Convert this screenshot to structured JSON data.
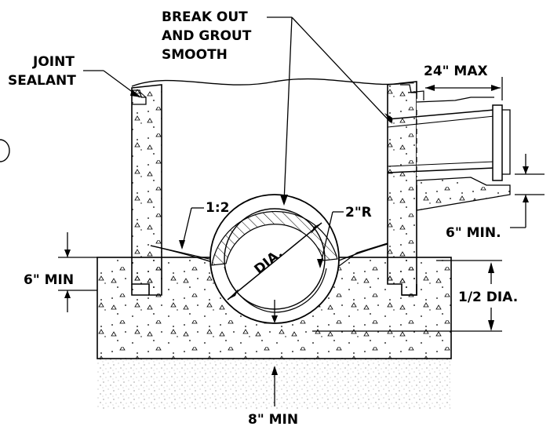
{
  "labels": {
    "break_out_1": "BREAK OUT",
    "break_out_2": "AND GROUT",
    "break_out_3": "SMOOTH",
    "joint_1": "JOINT",
    "joint_2": "SEALANT",
    "max_24": "24\" MAX",
    "slope": "1:2",
    "radius": "2\"R",
    "dia": "DIA.",
    "six_min_pipe": "6\" MIN.",
    "six_min_base": "6\"  MIN",
    "half_dia": "1/2  DIA.",
    "eight_min": "8\"  MIN"
  },
  "colors": {
    "line": "#000000",
    "background": "#ffffff"
  }
}
